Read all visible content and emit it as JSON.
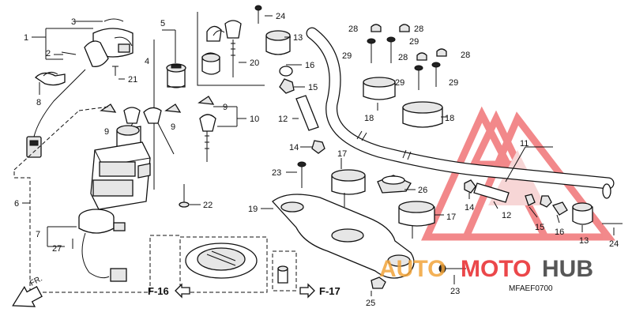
{
  "callouts": {
    "c1": "1",
    "c2": "2",
    "c3": "3",
    "c4": "4",
    "c5": "5",
    "c6": "6",
    "c7": "7",
    "c8": "8",
    "c9a": "9",
    "c9b": "9",
    "c9c": "9",
    "c10": "10",
    "c11": "11",
    "c12a": "12",
    "c12b": "12",
    "c13a": "13",
    "c13b": "13",
    "c14a": "14",
    "c14b": "14",
    "c15a": "15",
    "c15b": "15",
    "c16a": "16",
    "c16b": "16",
    "c17a": "17",
    "c17b": "17",
    "c18a": "18",
    "c18b": "18",
    "c19": "19",
    "c20": "20",
    "c21": "21",
    "c22": "22",
    "c23a": "23",
    "c23b": "23",
    "c24a": "24",
    "c24b": "24",
    "c25": "25",
    "c26": "26",
    "c27": "27",
    "c28a": "28",
    "c28b": "28",
    "c28c": "28",
    "c28d": "28",
    "c29a": "29",
    "c29b": "29",
    "c29c": "29",
    "c29d": "29"
  },
  "refs": {
    "f16": "F-16",
    "f17": "F-17",
    "fr": "FR."
  },
  "diagram_code": "MFAEF0700",
  "watermark": {
    "part1": "AUTO",
    "part2": "MOTO",
    "part3": "HUB"
  },
  "colors": {
    "watermark_red": "#e8282b",
    "watermark_orange": "#f2a43a",
    "watermark_dark": "#3a3a3a"
  }
}
